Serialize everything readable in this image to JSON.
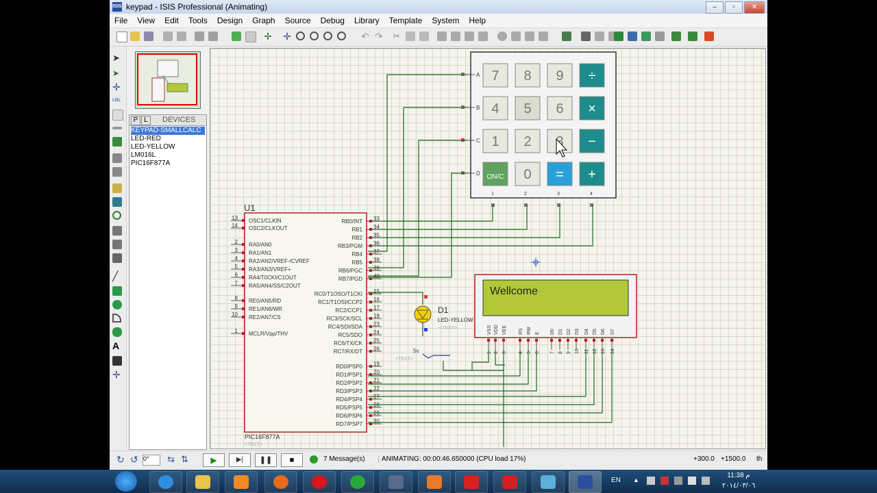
{
  "window": {
    "title": "keypad - ISIS Professional (Animating)",
    "app_icon": "ISIS"
  },
  "menu": [
    "File",
    "View",
    "Edit",
    "Tools",
    "Design",
    "Graph",
    "Source",
    "Debug",
    "Library",
    "Template",
    "System",
    "Help"
  ],
  "devices": {
    "tab_p": "P",
    "tab_l": "L",
    "header": "DEVICES",
    "items": [
      "KEYPAD-SMALLCALC",
      "LED-RED",
      "LED-YELLOW",
      "LM016L",
      "PIC16F877A"
    ]
  },
  "keypad": {
    "rows": [
      "A",
      "B",
      "C",
      "D"
    ],
    "cols": [
      "1",
      "2",
      "3",
      "4"
    ],
    "keys": [
      [
        "7",
        "8",
        "9",
        "÷"
      ],
      [
        "4",
        "5",
        "6",
        "×"
      ],
      [
        "1",
        "2",
        "3",
        "−"
      ],
      [
        "ON/C",
        "0",
        "=",
        "+"
      ]
    ]
  },
  "mcu": {
    "ref": "U1",
    "part": "PIC16F877A",
    "text": "<TEXT>",
    "left_pins": [
      {
        "num": "13",
        "name": "OSC1/CLKIN"
      },
      {
        "num": "14",
        "name": "OSC2/CLKOUT"
      },
      {
        "num": "2",
        "name": "RA0/AN0"
      },
      {
        "num": "3",
        "name": "RA1/AN1"
      },
      {
        "num": "4",
        "name": "RA2/AN2/VREF-/CVREF"
      },
      {
        "num": "5",
        "name": "RA3/AN3/VREF+"
      },
      {
        "num": "6",
        "name": "RA4/T0CKI/C1OUT"
      },
      {
        "num": "7",
        "name": "RA5/AN4/SS/C2OUT"
      },
      {
        "num": "8",
        "name": "RE0/AN5/RD"
      },
      {
        "num": "9",
        "name": "RE1/AN6/WR"
      },
      {
        "num": "10",
        "name": "RE2/AN7/CS"
      },
      {
        "num": "1",
        "name": "MCLR/Vpp/THV"
      }
    ],
    "right_pins": [
      {
        "num": "33",
        "name": "RB0/INT"
      },
      {
        "num": "34",
        "name": "RB1"
      },
      {
        "num": "35",
        "name": "RB2"
      },
      {
        "num": "36",
        "name": "RB3/PGM"
      },
      {
        "num": "37",
        "name": "RB4"
      },
      {
        "num": "38",
        "name": "RB5"
      },
      {
        "num": "39",
        "name": "RB6/PGC"
      },
      {
        "num": "40",
        "name": "RB7/PGD"
      },
      {
        "num": "15",
        "name": "RC0/T1OSO/T1CKI"
      },
      {
        "num": "16",
        "name": "RC1/T1OSI/CCP2"
      },
      {
        "num": "17",
        "name": "RC2/CCP1"
      },
      {
        "num": "18",
        "name": "RC3/SCK/SCL"
      },
      {
        "num": "23",
        "name": "RC4/SDI/SDA"
      },
      {
        "num": "24",
        "name": "RC5/SDO"
      },
      {
        "num": "25",
        "name": "RC6/TX/CK"
      },
      {
        "num": "26",
        "name": "RC7/RX/DT"
      },
      {
        "num": "19",
        "name": "RD0/PSP0"
      },
      {
        "num": "20",
        "name": "RD1/PSP1"
      },
      {
        "num": "21",
        "name": "RD2/PSP2"
      },
      {
        "num": "22",
        "name": "RD3/PSP3"
      },
      {
        "num": "27",
        "name": "RD4/PSP4"
      },
      {
        "num": "28",
        "name": "RD5/PSP5"
      },
      {
        "num": "29",
        "name": "RD6/PSP6"
      },
      {
        "num": "30",
        "name": "RD7/PSP7"
      }
    ]
  },
  "led": {
    "ref": "D1",
    "part": "LED-YELLOW",
    "text": "<TEXT>"
  },
  "power": {
    "label": "5v",
    "text": "<TEXT>"
  },
  "lcd": {
    "display": "Wellcome",
    "pins": [
      {
        "name": "VSS",
        "num": "1"
      },
      {
        "name": "VDD",
        "num": "2"
      },
      {
        "name": "VEE",
        "num": "3"
      },
      {
        "name": "RS",
        "num": "4"
      },
      {
        "name": "RW",
        "num": "5"
      },
      {
        "name": "E",
        "num": "6"
      },
      {
        "name": "D0",
        "num": "7"
      },
      {
        "name": "D1",
        "num": "8"
      },
      {
        "name": "D2",
        "num": "9"
      },
      {
        "name": "D3",
        "num": "10"
      },
      {
        "name": "D4",
        "num": "11"
      },
      {
        "name": "D5",
        "num": "12"
      },
      {
        "name": "D6",
        "num": "13"
      },
      {
        "name": "D7",
        "num": "14"
      }
    ]
  },
  "status": {
    "rotation": "0°",
    "messages": "7 Message(s)",
    "animating": "ANIMATING: 00:00:46.650000 (CPU load 17%)",
    "coords_x": "+300.0",
    "coords_y": "+1500.0",
    "units": "th"
  },
  "tray": {
    "lang": "EN",
    "time": "11:38 م",
    "date": "٢٠١٤/٠٣/٠٦"
  },
  "colors": {
    "keypad_teal": "#1c8c8c",
    "keypad_blue": "#2aa0d8",
    "keypad_green": "#5fa35f",
    "lcd_green": "#b3c838",
    "chip_border": "#b02020",
    "wire": "#1a6b1a"
  }
}
